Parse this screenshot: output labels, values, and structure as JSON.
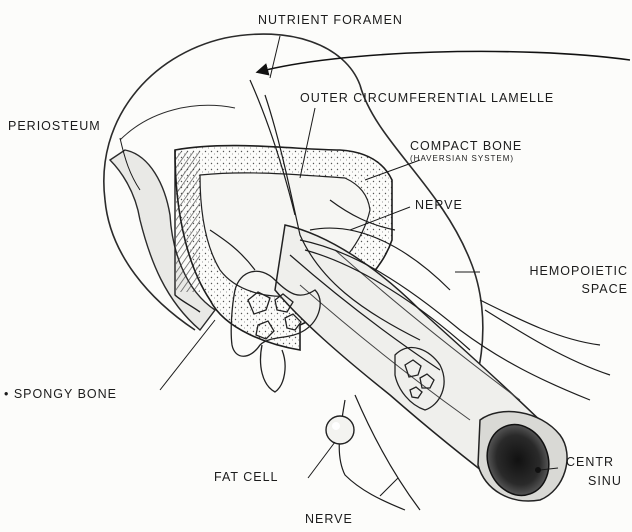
{
  "figure": {
    "labels": {
      "nutrient_foramen": "NUTRIENT FORAMEN",
      "outer_lamellae": "OUTER CIRCUMFERENTIAL LAMELLE",
      "periosteum": "PERIOSTEUM",
      "compact_bone": "COMPACT BONE",
      "haversian_system": "(HAVERSIAN SYSTEM)",
      "nerve_upper": "NERVE",
      "hemopoietic_line1": "HEMOPOIETIC",
      "hemopoietic_line2": "SPACE",
      "spongy_bone": "• SPONGY BONE",
      "fat_cell": "FAT CELL",
      "central_line1": "CENTR",
      "central_line2": "SINU",
      "nerve_lower": "NERVE"
    }
  }
}
